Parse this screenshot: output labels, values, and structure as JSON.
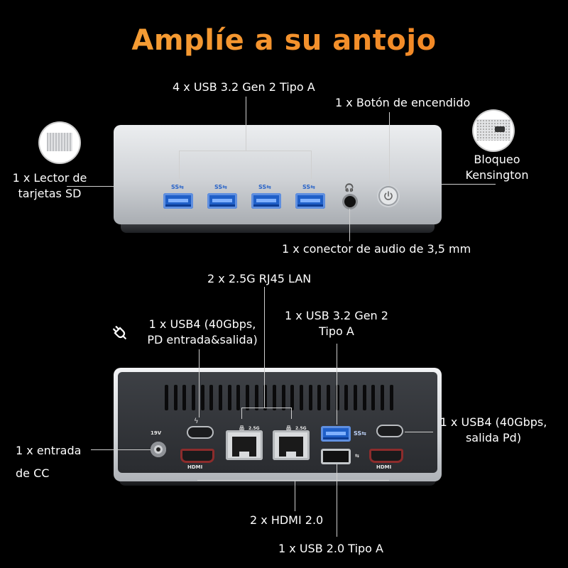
{
  "title": "Amplíe a su antojo",
  "top": {
    "usb_ports": "4 x USB 3.2 Gen 2 Tipo A",
    "power_button": "1 x Botón de encendido",
    "sd_reader": [
      "1 x Lector de",
      "tarjetas SD"
    ],
    "kensington": [
      "Bloqueo",
      "Kensington"
    ],
    "audio": "1 x conector de audio de 3,5 mm"
  },
  "bottom": {
    "lan": "2 x 2.5G RJ45 LAN",
    "usb4_pd_in": [
      "1 x USB4 (40Gbps,",
      "PD entrada&salida)"
    ],
    "usb32": [
      "1 x USB 3.2 Gen 2",
      "Tipo A"
    ],
    "usb4_pd_out": [
      "1 x USB4 (40Gbps,",
      "salida Pd)"
    ],
    "dc_in": [
      "1 x entrada",
      "de CC"
    ],
    "hdmi": "2 x HDMI 2.0",
    "usb20": "1 x USB 2.0 Tipo A"
  },
  "port_marks": {
    "ss": "SS⇆",
    "hdmi": "HDMI",
    "lan_speed": "2.5G",
    "dc_voltage": "19V"
  },
  "colors": {
    "title_start": "#f7a53a",
    "title_end": "#f08020",
    "usb_blue": "#1f5fc8"
  },
  "icons": [
    "power-plug-icon",
    "power-icon",
    "thunderbolt-icon",
    "network-icon"
  ]
}
